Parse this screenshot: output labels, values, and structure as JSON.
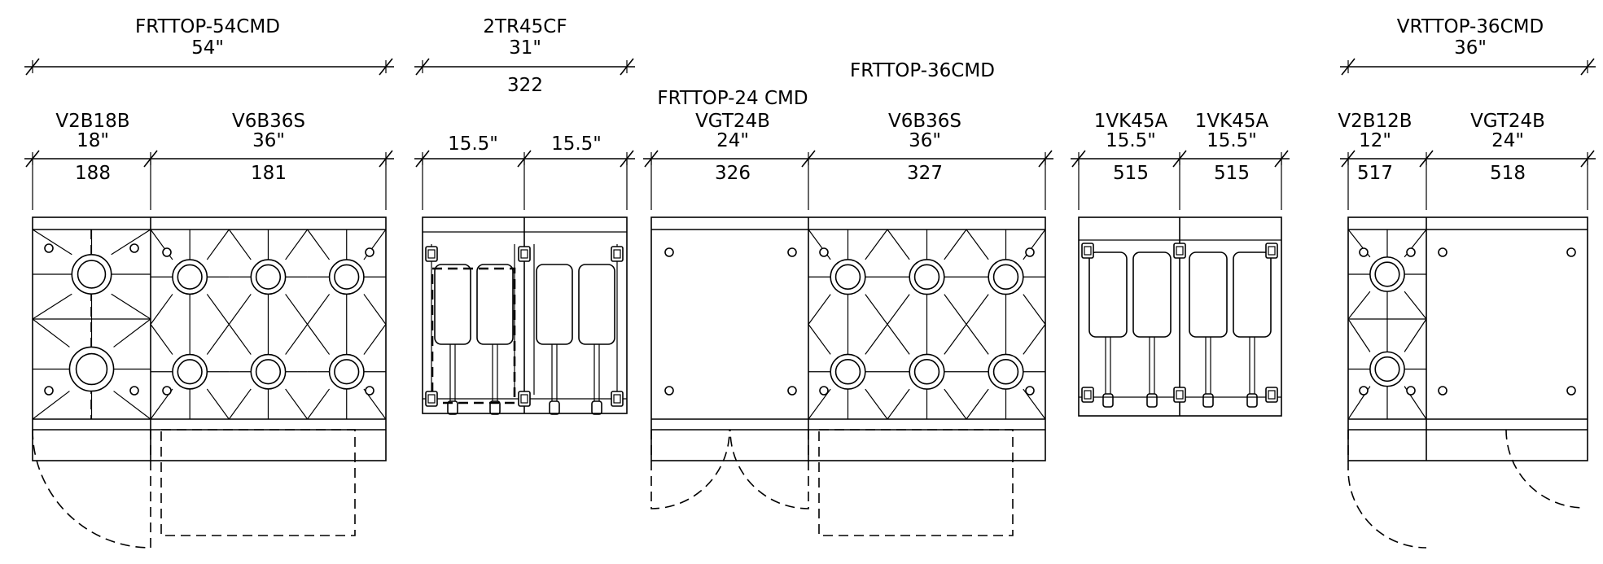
{
  "groups": [
    {
      "model": "FRTTOP-54CMD",
      "size": "54\""
    },
    {
      "model": "2TR45CF",
      "size": "31\"",
      "item": "322"
    },
    {
      "model": "FRTTOP-24 CMD"
    },
    {
      "model": "FRTTOP-36CMD"
    },
    {
      "model": "VRTTOP-36CMD",
      "size": "36\""
    }
  ],
  "units": [
    {
      "model": "V2B18B",
      "size": "18\"",
      "item": "188"
    },
    {
      "model": "V6B36S",
      "size": "36\"",
      "item": "181"
    },
    {
      "size": "15.5\""
    },
    {
      "size": "15.5\""
    },
    {
      "model": "VGT24B",
      "size": "24\"",
      "item": "326"
    },
    {
      "model": "V6B36S",
      "size": "36\"",
      "item": "327"
    },
    {
      "model": "1VK45A",
      "size": "15.5\"",
      "item": "515"
    },
    {
      "model": "1VK45A",
      "size": "15.5\"",
      "item": "515"
    },
    {
      "model": "V2B12B",
      "size": "12\"",
      "item": "517"
    },
    {
      "model": "VGT24B",
      "size": "24\"",
      "item": "518"
    }
  ]
}
